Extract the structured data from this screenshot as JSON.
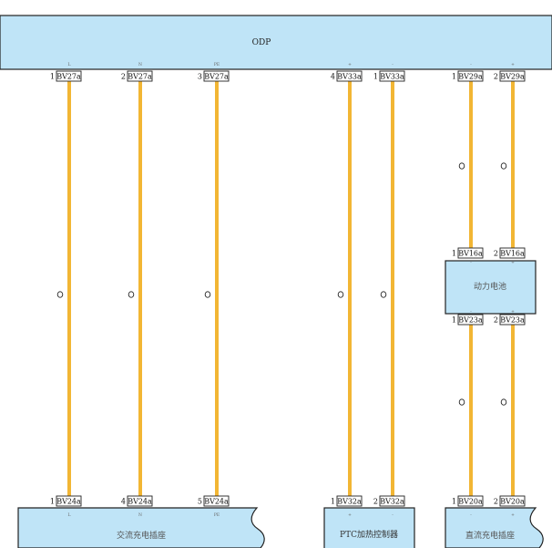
{
  "components": {
    "odp": {
      "label": "ODP",
      "fill": "#bfe4f7"
    },
    "ac_socket": {
      "label": "交流充电插座",
      "fill": "#bfe4f7"
    },
    "ptc": {
      "label": "PTC加热控制器",
      "fill": "#bfe4f7"
    },
    "battery": {
      "label": "动力电池",
      "fill": "#bfe4f7"
    },
    "dc_socket": {
      "label": "直流充电插座",
      "fill": "#bfe4f7"
    }
  },
  "wire_color": "#f2b634",
  "wires": [
    {
      "id": "w1",
      "top": {
        "pin": "1",
        "conn": "BV27a",
        "sig": "L"
      },
      "bottom": {
        "pin": "1",
        "conn": "BV24a",
        "sig": "L"
      }
    },
    {
      "id": "w2",
      "top": {
        "pin": "2",
        "conn": "BV27a",
        "sig": "N"
      },
      "bottom": {
        "pin": "4",
        "conn": "BV24a",
        "sig": "N"
      }
    },
    {
      "id": "w3",
      "top": {
        "pin": "3",
        "conn": "BV27a",
        "sig": "PE"
      },
      "bottom": {
        "pin": "5",
        "conn": "BV24a",
        "sig": "PE"
      }
    },
    {
      "id": "w4",
      "top": {
        "pin": "4",
        "conn": "BV33a",
        "sig": "+"
      },
      "bottom": {
        "pin": "1",
        "conn": "BV32a",
        "sig": "+"
      }
    },
    {
      "id": "w5",
      "top": {
        "pin": "1",
        "conn": "BV33a",
        "sig": "-"
      },
      "bottom": {
        "pin": "2",
        "conn": "BV32a",
        "sig": "-"
      }
    },
    {
      "id": "w6",
      "top": {
        "pin": "1",
        "conn": "BV29a",
        "sig": "-"
      },
      "mid_top": {
        "pin": "1",
        "conn": "BV16a",
        "sig": "-"
      },
      "mid_bottom": {
        "pin": "1",
        "conn": "BV23a",
        "sig": "-"
      },
      "bottom": {
        "pin": "1",
        "conn": "BV20a",
        "sig": "-"
      }
    },
    {
      "id": "w7",
      "top": {
        "pin": "2",
        "conn": "BV29a",
        "sig": "+"
      },
      "mid_top": {
        "pin": "2",
        "conn": "BV16a",
        "sig": "+"
      },
      "mid_bottom": {
        "pin": "2",
        "conn": "BV23a",
        "sig": "+"
      },
      "bottom": {
        "pin": "2",
        "conn": "BV20a",
        "sig": "+"
      }
    }
  ]
}
